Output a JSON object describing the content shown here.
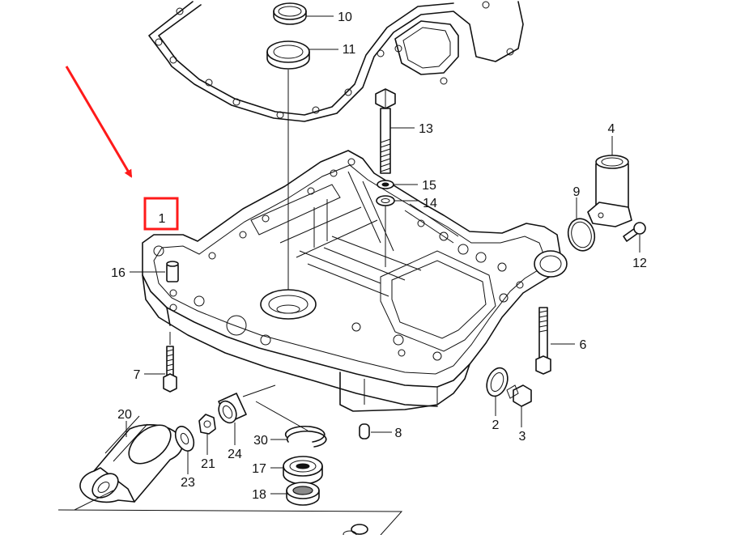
{
  "diagram": {
    "highlight_color": "#ff1a1a",
    "highlighted_part": "1",
    "part_labels": [
      "1",
      "2",
      "3",
      "4",
      "6",
      "7",
      "8",
      "9",
      "10",
      "11",
      "12",
      "13",
      "14",
      "15",
      "16",
      "17",
      "18",
      "20",
      "21",
      "23",
      "24",
      "30"
    ]
  }
}
